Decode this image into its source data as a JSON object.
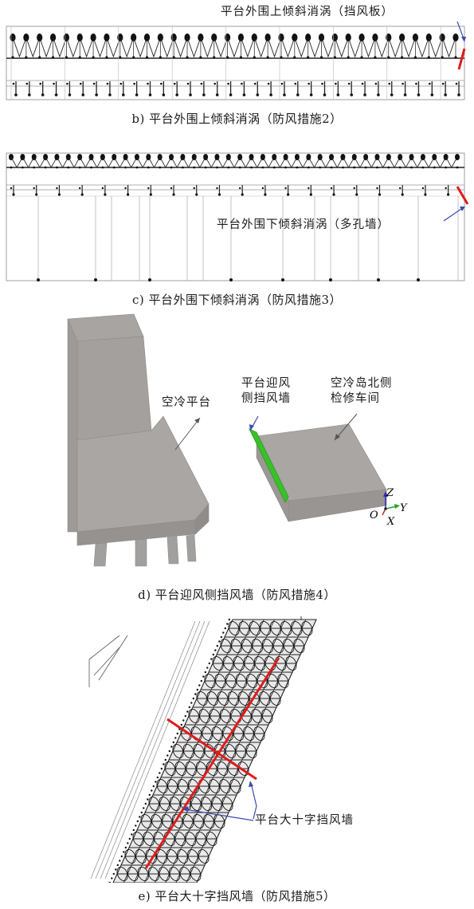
{
  "panel_b": {
    "caption": "b) 平台外围上倾斜消涡（防风措施2）",
    "callout": "平台外围上倾斜消涡（挡风板）"
  },
  "panel_c": {
    "caption": "c) 平台外围下倾斜消涡（防风措施3）",
    "callout": "平台外围下倾斜消涡（多孔墙）"
  },
  "panel_d": {
    "caption": "d) 平台迎风侧挡风墙（防风措施4）",
    "label_platform": "空冷平台",
    "label_wall_line1": "平台迎风",
    "label_wall_line2": "侧挡风墙",
    "label_room_line1": "空冷岛北侧",
    "label_room_line2": "检修车间",
    "axis_z": "Z",
    "axis_y": "Y",
    "axis_x": "X",
    "axis_o": "O"
  },
  "panel_e": {
    "caption": "e) 平台大十字挡风墙（防风措施5）",
    "callout": "平台大十字挡风墙"
  },
  "colors": {
    "accent_red": "#e01b1b",
    "pointer_blue": "#3a4bb0",
    "wall_green": "#39c02a",
    "solid_gray": "#a7a4a2"
  }
}
